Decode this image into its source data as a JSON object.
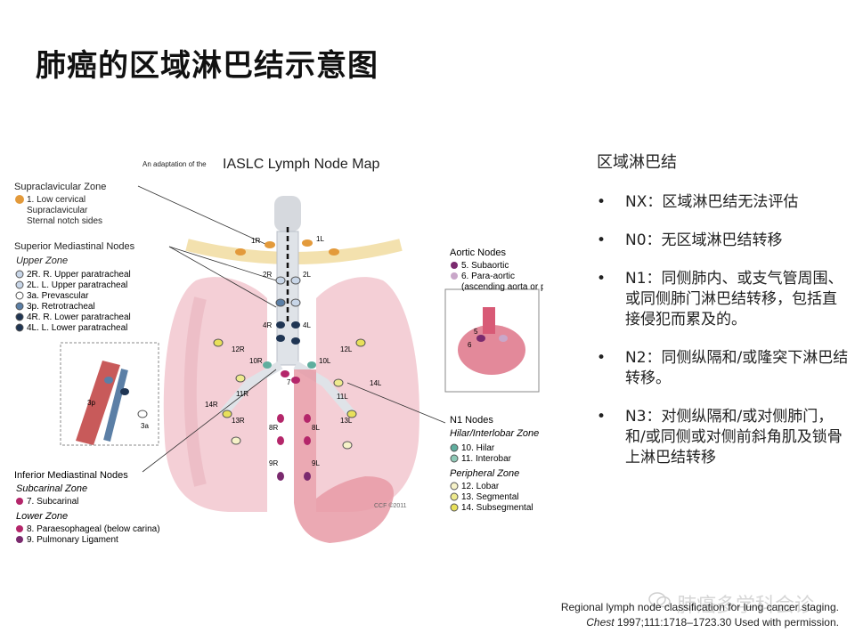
{
  "page": {
    "title": "肺癌的区域淋巴结示意图"
  },
  "figure": {
    "header_small": "An adaptation of the",
    "header_big": "IASLC Lymph Node Map",
    "supraclavicular": {
      "title": "Supraclavicular Zone",
      "l1": "1. Low cervical",
      "l2": "Supraclavicular",
      "l3": "Sternal notch sides"
    },
    "superior": {
      "title": "Superior Mediastinal Nodes",
      "zone": "Upper Zone",
      "items": [
        "2R. R. Upper paratracheal",
        "2L. L. Upper paratracheal",
        "3a. Prevascular",
        "3p. Retrotracheal",
        "4R. R. Lower paratracheal",
        "4L. L. Lower paratracheal"
      ]
    },
    "aortic": {
      "title": "Aortic Nodes",
      "items": [
        "5. Subaortic",
        "6. Para-aortic",
        "(ascending aorta or phrenic)"
      ]
    },
    "n1": {
      "title": "N1 Nodes",
      "zone1": "Hilar/Interlobar Zone",
      "items1": [
        "10. Hilar",
        "11. Interobar"
      ],
      "zone2": "Peripheral Zone",
      "items2": [
        "12. Lobar",
        "13. Segmental",
        "14. Subsegmental"
      ]
    },
    "inferior": {
      "title": "Inferior Mediastinal Nodes",
      "zone1": "Subcarinal Zone",
      "item1": "7. Subcarinal",
      "zone2": "Lower Zone",
      "items2": [
        "8. Paraesophageal (below carina)",
        "9. Pulmonary Ligament"
      ]
    },
    "node_labels": [
      "1R",
      "1L",
      "2R",
      "2L",
      "4R",
      "4L",
      "3a",
      "3p",
      "7",
      "8R",
      "8L",
      "9R",
      "9L",
      "10R",
      "10L",
      "11R",
      "11L",
      "12R",
      "12L",
      "13R",
      "13L",
      "14R",
      "14L",
      "5",
      "6"
    ],
    "copyright": "CCF ©2011"
  },
  "legend": {
    "heading": "区域淋巴结",
    "items": [
      {
        "bullet": "•",
        "text": "NX：区域淋巴结无法评估"
      },
      {
        "bullet": "•",
        "text": "N0：无区域淋巴结转移"
      },
      {
        "bullet": "•",
        "text": "N1：同侧肺内、或支气管周围、或同侧肺门淋巴结转移，包括直接侵犯而累及的。"
      },
      {
        "bullet": "•",
        "text": "N2：同侧纵隔和/或隆突下淋巴结转移。"
      },
      {
        "bullet": "•",
        "text": "N3：对侧纵隔和/或对侧肺门，和/或同侧或对侧前斜角肌及锁骨上淋巴结转移"
      }
    ]
  },
  "citation": {
    "line1": "Regional lymph node classification for lung cancer staging.",
    "journal": "Chest",
    "line2": " 1997;111:1718–1723.30   Used with permission."
  },
  "watermark": "肺癌多学科会诊",
  "colors": {
    "orange": "#e39a3b",
    "lightblue": "#c8d6e8",
    "blue": "#5b7fa6",
    "navy": "#1f3553",
    "purple": "#7a2a6e",
    "magenta": "#b4266a",
    "teal": "#5fae9e",
    "yellow": "#e8e05a",
    "pink": "#f4cfd6"
  }
}
